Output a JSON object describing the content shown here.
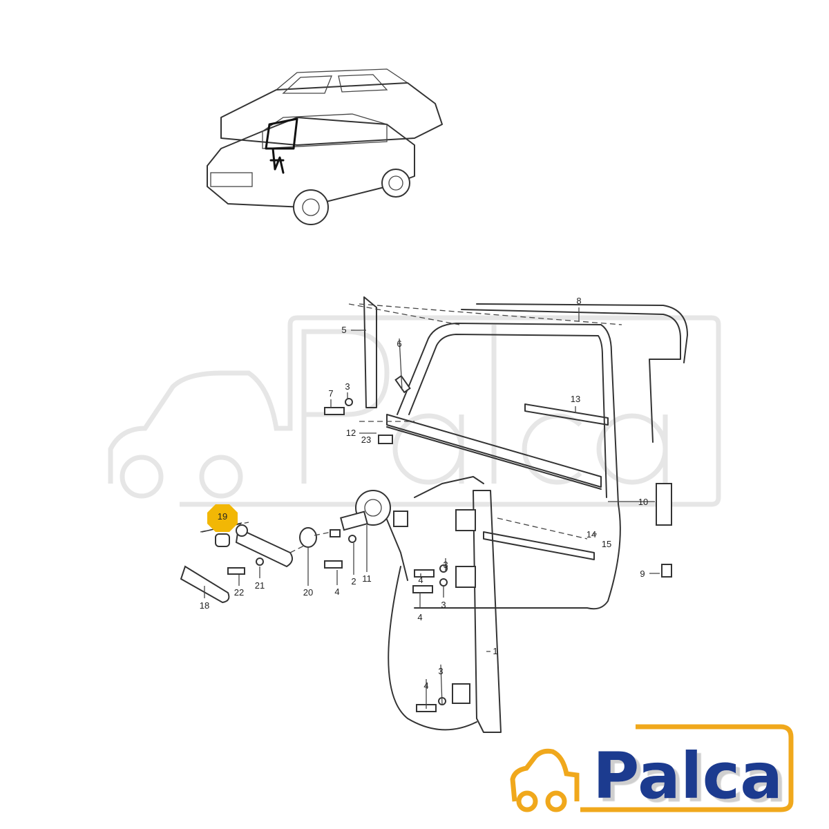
{
  "diagram": {
    "highlighted_part": "19",
    "highlight_color": "#f2b705",
    "callouts": [
      "8",
      "5",
      "6",
      "7",
      "3",
      "13",
      "12",
      "23",
      "10",
      "14",
      "15",
      "19",
      "20",
      "4",
      "2",
      "11",
      "4",
      "3",
      "18",
      "22",
      "21",
      "9",
      "4",
      "3",
      "1",
      "3",
      "4"
    ]
  },
  "brand": {
    "logo_text": "Palca",
    "watermark_text": "Palca",
    "primary_color": "#1f3a8f",
    "accent_color": "#f0a81c"
  }
}
